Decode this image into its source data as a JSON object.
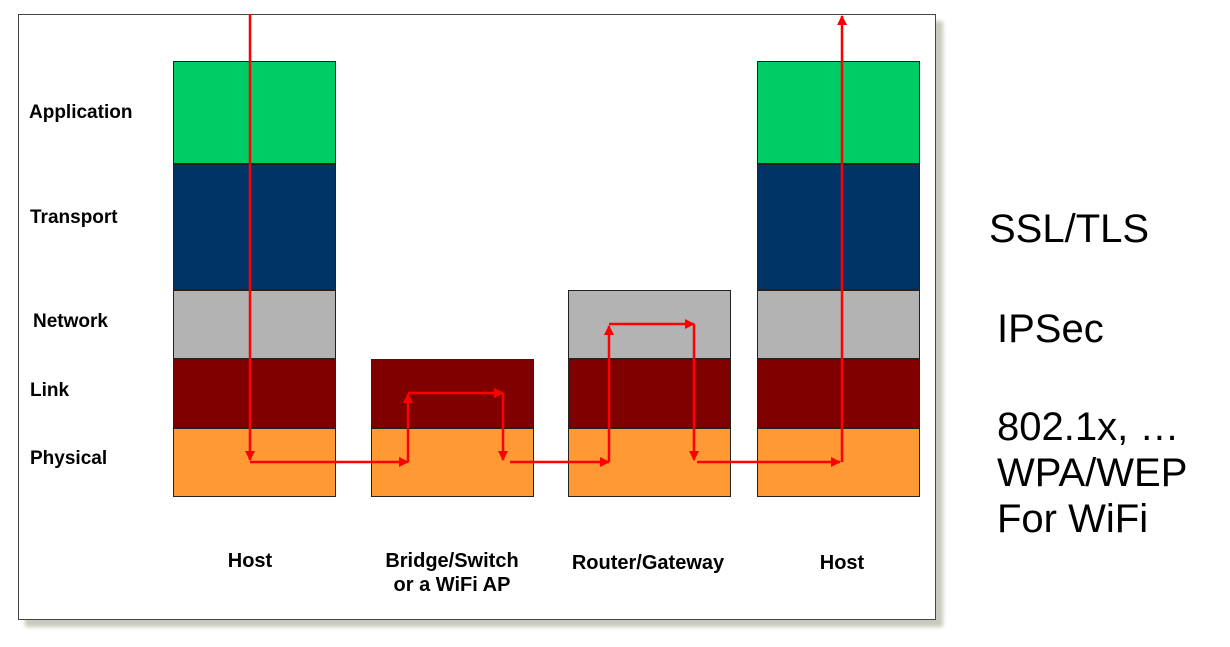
{
  "layers": [
    {
      "key": "application",
      "label": "Application",
      "color": "#00cc66"
    },
    {
      "key": "transport",
      "label": "Transport",
      "color": "#003366"
    },
    {
      "key": "network",
      "label": "Network",
      "color": "#b3b3b3"
    },
    {
      "key": "link",
      "label": "Link",
      "color": "#800000"
    },
    {
      "key": "physical",
      "label": "Physical",
      "color": "#ff9933"
    }
  ],
  "devices": [
    {
      "label": "Host",
      "layers": [
        "application",
        "transport",
        "network",
        "link",
        "physical"
      ]
    },
    {
      "label": "Bridge/Switch\nor a WiFi AP",
      "layers": [
        "link",
        "physical"
      ]
    },
    {
      "label": "Router/Gateway",
      "layers": [
        "network",
        "link",
        "physical"
      ]
    },
    {
      "label": "Host",
      "layers": [
        "application",
        "transport",
        "network",
        "link",
        "physical"
      ]
    }
  ],
  "protocols": {
    "transport": "SSL/TLS",
    "network": "IPSec",
    "link": "802.1x, …\nWPA/WEP\nFor WiFi"
  },
  "arrow_color": "#ff0000"
}
